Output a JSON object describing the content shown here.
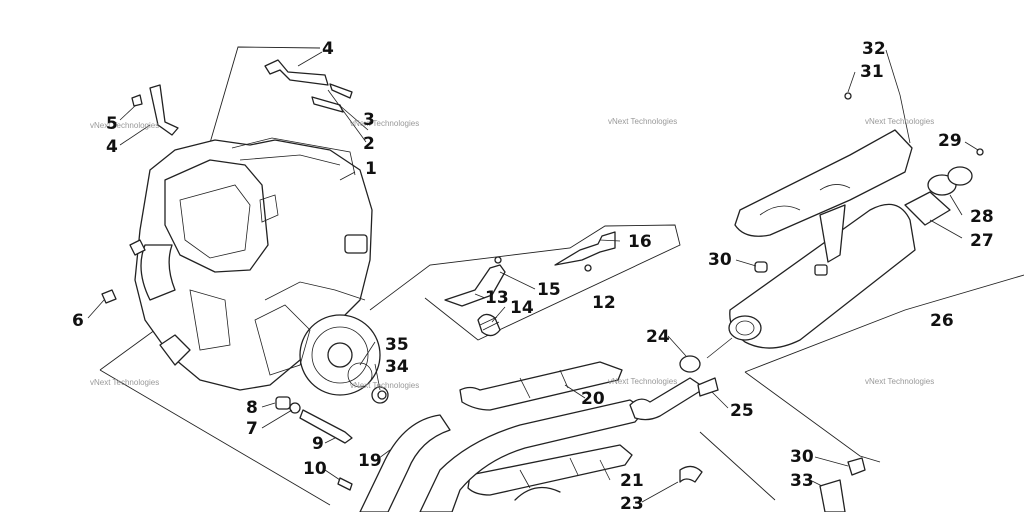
{
  "diagram": {
    "part_labels": [
      "1",
      "2",
      "3",
      "4",
      "4",
      "5",
      "6",
      "7",
      "8",
      "9",
      "10",
      "12",
      "13",
      "14",
      "15",
      "16",
      "19",
      "20",
      "21",
      "23",
      "24",
      "25",
      "26",
      "27",
      "28",
      "29",
      "30",
      "30",
      "31",
      "32",
      "33",
      "34",
      "35"
    ],
    "watermark": "vNext Technologies"
  }
}
